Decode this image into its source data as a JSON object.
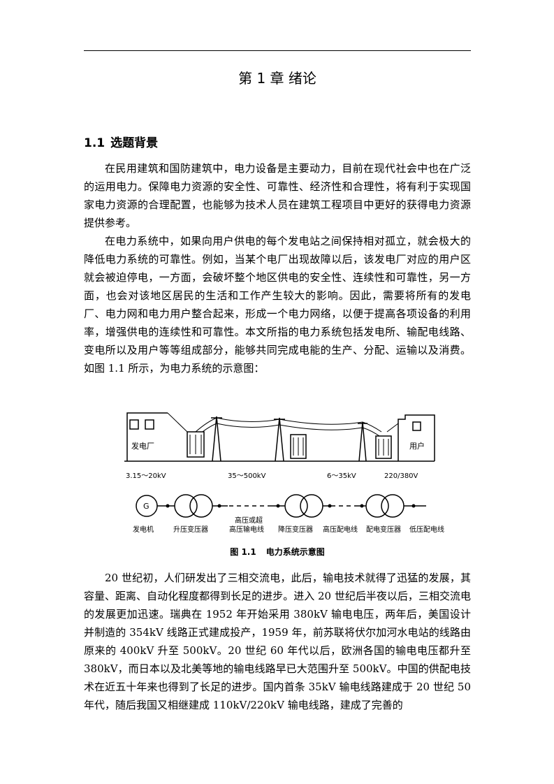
{
  "chapter_title": "第 1 章  绪论",
  "section": {
    "number": "1.1",
    "title": "选题背景"
  },
  "paragraphs": [
    "在民用建筑和国防建筑中，电力设备是主要动力，目前在现代社会中也在广泛的运用电力。保障电力资源的安全性、可靠性、经济性和合理性，将有利于实现国家电力资源的合理配置，也能够为技术人员在建筑工程项目中更好的获得电力资源提供参考。",
    "在电力系统中，如果向用户供电的每个发电站之间保持相对孤立，就会极大的降低电力系统的可靠性。例如，当某个电厂出现故障以后，该发电厂对应的用户区就会被迫停电，一方面，会破坏整个地区供电的安全性、连续性和可靠性，另一方面，也会对该地区居民的生活和工作产生较大的影响。因此，需要将所有的发电厂、电力网和电力用户整合起来，形成一个电力网络，以便于提高各项设备的利用率，增强供电的连续性和可靠性。本文所指的电力系统包括发电所、输配电线路、变电所以及用户等等组成部分，能够共同完成电能的生产、分配、运输以及消费。如图 1.1 所示，为电力系统的示意图：",
    "20 世纪初，人们研发出了三相交流电，此后，输电技术就得了迅猛的发展，其容量、距离、自动化程度都得到长足的进步。进入 20 世纪后半夜以后，三相交流电的发展更加迅速。瑞典在 1952 年开始采用 380kV 输电电压，两年后，美国设计并制造的 354kV 线路正式建成投产，1959 年，前苏联将伏尔加河水电站的线路由原来的 400kV 升至 500kV。20 世纪 60 年代以后，欧洲各国的输电电压都升至 380kV，而日本以及北美等地的输电线路早已大范围升至 500kV。中国的供配电技术在近五十年来也得到了长足的进步。国内首条 35kV 输电线路建成于 20 世纪 50 年代，随后我国又相继建成 110kV/220kV 输电线路，建成了完善的"
  ],
  "figure": {
    "caption_number": "图 1.1",
    "caption_text": "电力系统示意图",
    "building_labels": {
      "plant": "发电厂",
      "user": "用户"
    },
    "voltages": [
      "3.15～20kV",
      "35～500kV",
      "6～35kV",
      "220/380V"
    ],
    "generator_symbol": "G",
    "component_labels": {
      "generator": "发电机",
      "step_up": "升压变压器",
      "hv_line_top": "高压或超",
      "hv_line_bottom": "高压输电线",
      "step_down": "降压变压器",
      "hv_distribution": "高压配电线",
      "distribution_tf": "配电变压器",
      "lv_distribution": "低压配电线"
    }
  }
}
